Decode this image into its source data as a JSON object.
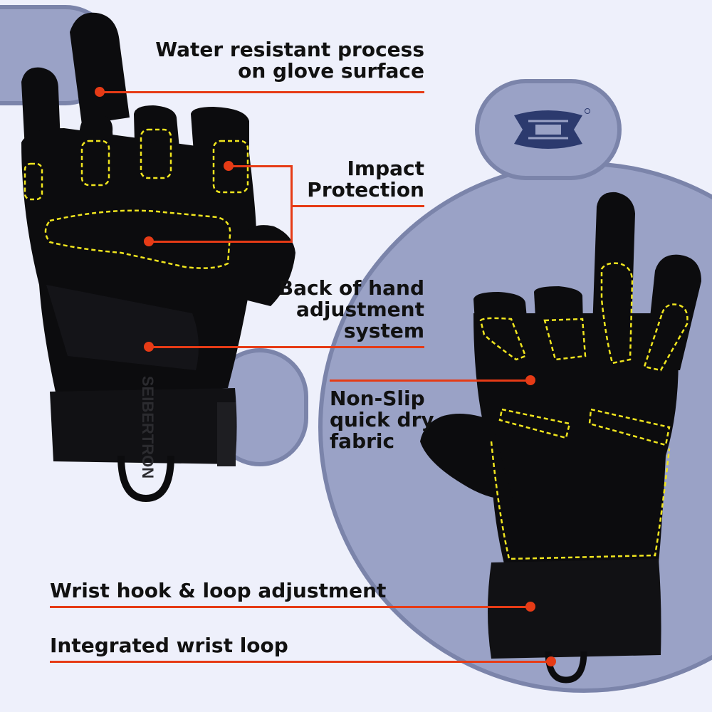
{
  "features": {
    "water_resistant": "Water resistant process\non glove surface",
    "impact_protection": "Impact\nProtection",
    "back_of_hand": "Back of hand\nadjustment\nsystem",
    "non_slip": "Non-Slip\nquick dry\nfabric",
    "wrist_hook": "Wrist hook & loop adjustment",
    "wrist_loop": "Integrated wrist loop"
  },
  "brand_text": "SEIBERTRON",
  "colors": {
    "background": "#eef0fb",
    "shape_fill": "#9aa2c6",
    "shape_stroke": "#7b84aa",
    "glove": "#0c0c0e",
    "stitch": "#f0e51e",
    "callout": "#e63b16"
  }
}
